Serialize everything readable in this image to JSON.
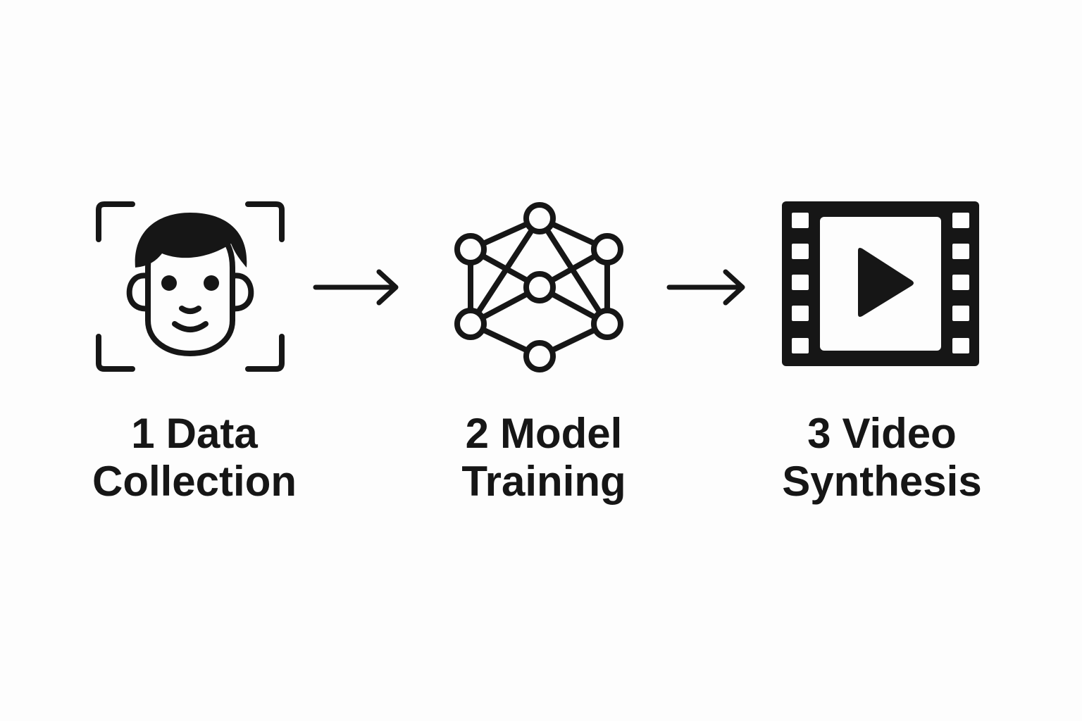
{
  "colors": {
    "ink": "#161616",
    "background": "#fdfdfd"
  },
  "steps": [
    {
      "number": "1",
      "line1": "Data",
      "line2": "Collection",
      "icon": "face-scan-icon"
    },
    {
      "number": "2",
      "line1": "Model",
      "line2": "Training",
      "icon": "neural-network-icon"
    },
    {
      "number": "3",
      "line1": "Video",
      "line2": "Synthesis",
      "icon": "film-play-icon"
    }
  ],
  "connectors": [
    {
      "icon": "arrow-right-icon"
    },
    {
      "icon": "arrow-right-icon"
    }
  ]
}
